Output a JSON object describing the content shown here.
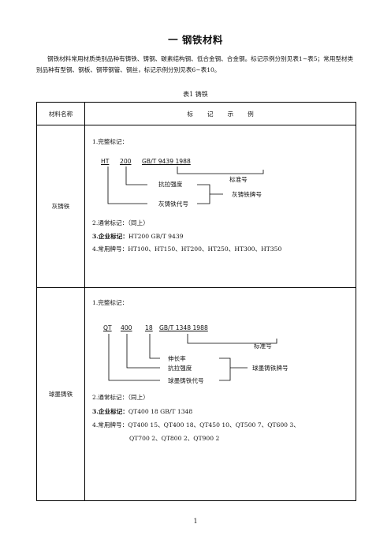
{
  "section_title": "一   钢铁材料",
  "intro": "钢铁材料常用材质类别品种有铸铁、铸钢、碳素结构钢、低合金钢、合金钢。标记示例分别见表1~表5；常用型材类别品种有型钢、钢板、钢带钢管、钢丝，标记示例分别见表6~表10。",
  "table_caption": "表1    铸铁",
  "table": {
    "header_name": "材料名称",
    "header_example": "标记示例",
    "rows": [
      {
        "name": "灰铸铁",
        "full_mark_label": "1.完整标记：",
        "mark": {
          "code": "HT",
          "value": "200",
          "standard": "GB/T  9439  1988"
        },
        "labels": {
          "std": "标准号",
          "tensile": "抗拉强度",
          "code": "灰铸铁代号",
          "grade": "灰铸铁牌号"
        },
        "simple_label": "2.通常标记：（同上）",
        "enterprise_label": "3.企业标记：",
        "enterprise_value": "HT200  GB/T  9439",
        "common_label": "4.常用牌号：",
        "common_value": "HT100、HT150、HT200、HT250、HT300、HT350"
      },
      {
        "name": "球墨铸铁",
        "full_mark_label": "1.完整标记：",
        "mark": {
          "code": "QT",
          "value": "400",
          "elong": "18",
          "standard": "GB/T  1348  1988"
        },
        "labels": {
          "std": "标准号",
          "elong": "伸长率",
          "tensile": "抗拉强度",
          "code": "球墨铸铁代号",
          "grade": "球墨铸铁牌号"
        },
        "simple_label": "2.通常标记：（同上）",
        "enterprise_label": "3.企业标记：",
        "enterprise_value": "QT400  18  GB/T  1348",
        "common_label": "4.常用牌号：",
        "common_value_1": "QT400 15、QT400 18、QT450 10、QT500 7、QT600 3、",
        "common_value_2": "QT700 2、QT800 2、QT900 2"
      }
    ]
  },
  "page_number": "1"
}
